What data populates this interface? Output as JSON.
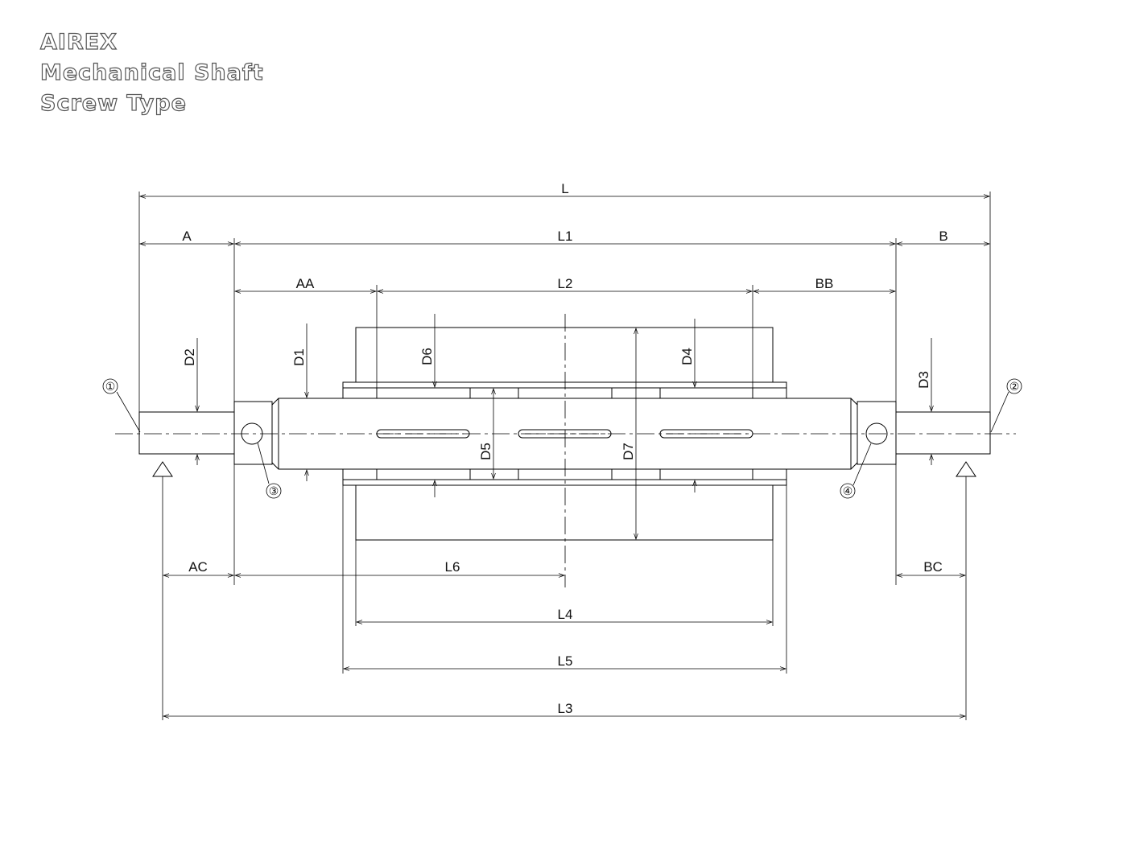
{
  "title": {
    "line1": "AIREX",
    "line2": "Mechanical Shaft",
    "line3": "Screw Type"
  },
  "dimensions": {
    "L": "L",
    "A": "A",
    "L1": "L1",
    "B": "B",
    "AA": "AA",
    "L2": "L2",
    "BB": "BB",
    "D1": "D1",
    "D2": "D2",
    "D3": "D3",
    "D4": "D4",
    "D5": "D5",
    "D6": "D6",
    "D7": "D7",
    "AC": "AC",
    "L6": "L6",
    "BC": "BC",
    "L4": "L4",
    "L5": "L5",
    "L3": "L3"
  },
  "callouts": {
    "c1": "①",
    "c2": "②",
    "c3": "③",
    "c4": "④"
  }
}
